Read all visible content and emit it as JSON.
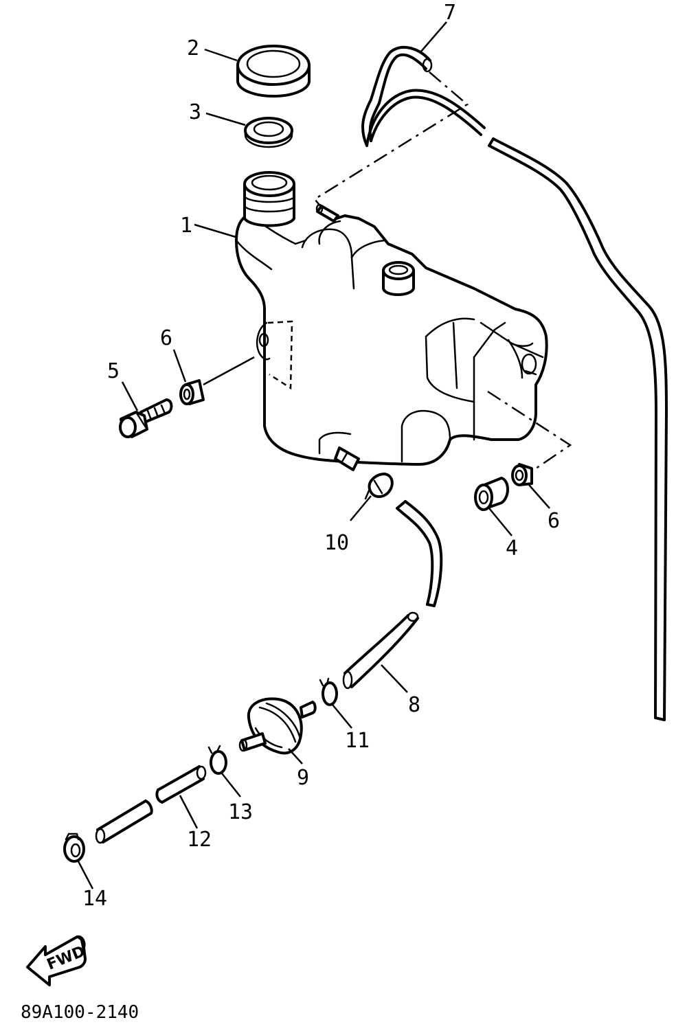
{
  "diagram": {
    "drawing_code": "89A100-2140",
    "direction_label": "FWD",
    "callouts": {
      "c1": "1",
      "c2": "2",
      "c3": "3",
      "c4": "4",
      "c5": "5",
      "c6a": "6",
      "c6b": "6",
      "c7": "7",
      "c8": "8",
      "c9": "9",
      "c10": "10",
      "c11": "11",
      "c12": "12",
      "c13": "13",
      "c14": "14"
    }
  }
}
